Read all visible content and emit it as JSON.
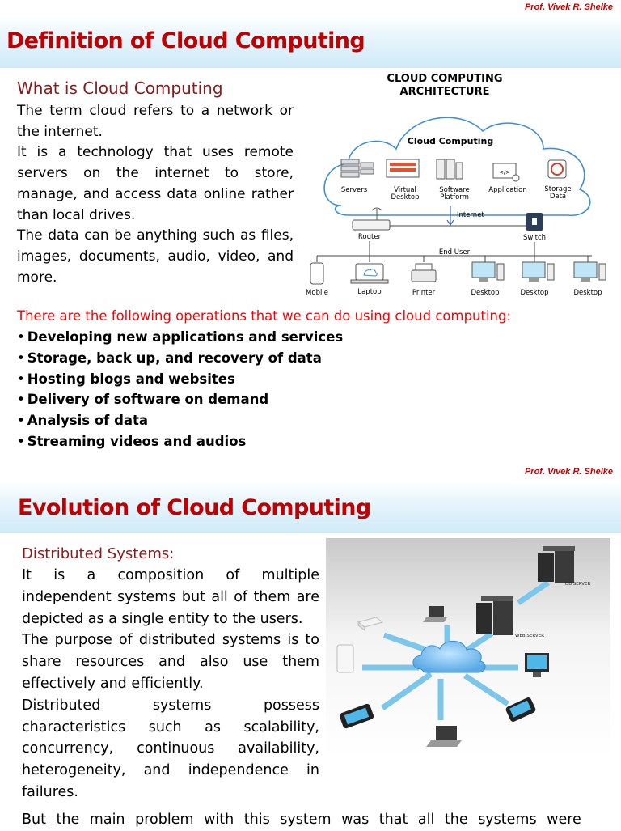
{
  "slide1": {
    "author": "Prof. Vivek R. Shelke",
    "title": "Definition of Cloud Computing",
    "subheading": "What is Cloud Computing",
    "paragraphs": [
      "The term cloud refers to a network or the internet.",
      "It is a technology that uses remote servers on the internet to store, manage, and access data online rather than local drives.",
      "The data can be anything such as files, images, documents, audio, video, and more."
    ],
    "operations_intro": "There are the following operations that we can do using cloud computing:",
    "operations": [
      "Developing new applications and services",
      "Storage, back up, and recovery of data",
      "Hosting blogs and websites",
      "Delivery of software on demand",
      "Analysis of data",
      "Streaming videos and audios"
    ],
    "diagram": {
      "title_line1": "CLOUD COMPUTING",
      "title_line2": "ARCHITECTURE",
      "cloud_label": "Cloud Computing",
      "services": [
        "Servers",
        "Virtual",
        "Desktop",
        "Software",
        "Platform",
        "Application",
        "Storage",
        "Data"
      ],
      "internet": "Internet",
      "router": "Router",
      "switch": "Switch",
      "end_user": "End User",
      "devices": [
        "Mobile",
        "Laptop",
        "Printer",
        "Desktop",
        "Desktop",
        "Desktop"
      ]
    }
  },
  "slide2": {
    "author": "Prof. Vivek R. Shelke",
    "title": "Evolution of Cloud Computing",
    "subheading": "Distributed Systems:",
    "paragraphs": [
      "It is a composition of multiple independent systems but all of them are depicted as a single entity to the users.",
      "The purpose of distributed systems is to share resources and also use them effectively and efficiently.",
      "Distributed systems possess characteristics such as scalability, concurrency, continuous availability, heterogeneity, and independence in failures."
    ],
    "bottom_text": "But the main problem with this system was that all the systems were",
    "diagram": {
      "db_server": "DB SERVER",
      "web_server": "WEB SERVER"
    }
  }
}
